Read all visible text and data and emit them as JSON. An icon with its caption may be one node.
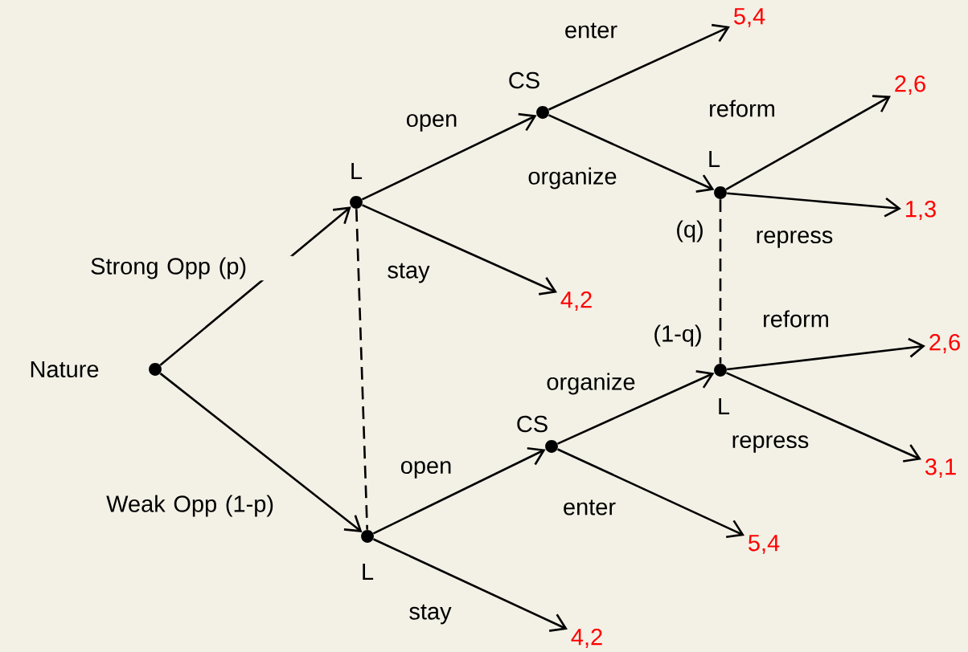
{
  "diagram": {
    "nodes": [
      {
        "text": [],
        "shape": "circle",
        "beside": [
          "Nature"
        ]
      },
      {
        "text": [],
        "shape": "circle",
        "beside": [
          "L"
        ]
      },
      {
        "text": [],
        "shape": "circle",
        "beside": [
          "L"
        ]
      },
      {
        "text": [],
        "shape": "circle",
        "beside": [
          "CS"
        ]
      },
      {
        "text": [],
        "shape": "circle",
        "beside": [
          "L",
          "(q)"
        ]
      },
      {
        "text": [],
        "shape": "circle",
        "beside": [
          "CS"
        ]
      },
      {
        "text": [],
        "shape": "circle",
        "beside": [
          "(1-q)",
          "L"
        ]
      },
      {
        "text": [
          "5,4"
        ]
      },
      {
        "text": [
          "2,6"
        ]
      },
      {
        "text": [
          "1,3"
        ]
      },
      {
        "text": [
          "4,2"
        ]
      },
      {
        "text": [
          "2,6"
        ]
      },
      {
        "text": [
          "3,1"
        ]
      },
      {
        "text": [
          "5,4"
        ]
      },
      {
        "text": [
          "4,2"
        ]
      }
    ],
    "edges": [
      {
        "from": 0,
        "to": 1,
        "arrow": "to",
        "label": "Strong  Opp (p)"
      },
      {
        "from": 0,
        "to": 2,
        "arrow": "to",
        "label": "Weak Opp (1-p)"
      },
      {
        "from": 1,
        "to": 3,
        "arrow": "to",
        "label": "open"
      },
      {
        "from": 1,
        "to": 10,
        "arrow": "to",
        "label": "stay"
      },
      {
        "from": 3,
        "to": 7,
        "arrow": "to",
        "label": "enter"
      },
      {
        "from": 3,
        "to": 4,
        "arrow": "to",
        "label": "organize"
      },
      {
        "from": 4,
        "to": 8,
        "arrow": "to",
        "label": "reform"
      },
      {
        "from": 4,
        "to": 9,
        "arrow": "to",
        "label": "repress"
      },
      {
        "from": 2,
        "to": 5,
        "arrow": "to",
        "label": "open"
      },
      {
        "from": 2,
        "to": 14,
        "arrow": "to",
        "label": "stay"
      },
      {
        "from": 5,
        "to": 6,
        "arrow": "to",
        "label": "organize"
      },
      {
        "from": 5,
        "to": 13,
        "arrow": "to",
        "label": "enter"
      },
      {
        "from": 6,
        "to": 11,
        "arrow": "to",
        "label": "reform"
      },
      {
        "from": 6,
        "to": 12,
        "arrow": "to",
        "label": "repress"
      },
      {
        "from": 1,
        "to": 2,
        "arrow": "none",
        "style": "dashed"
      },
      {
        "from": 4,
        "to": 6,
        "arrow": "none",
        "style": "dashed"
      }
    ]
  }
}
